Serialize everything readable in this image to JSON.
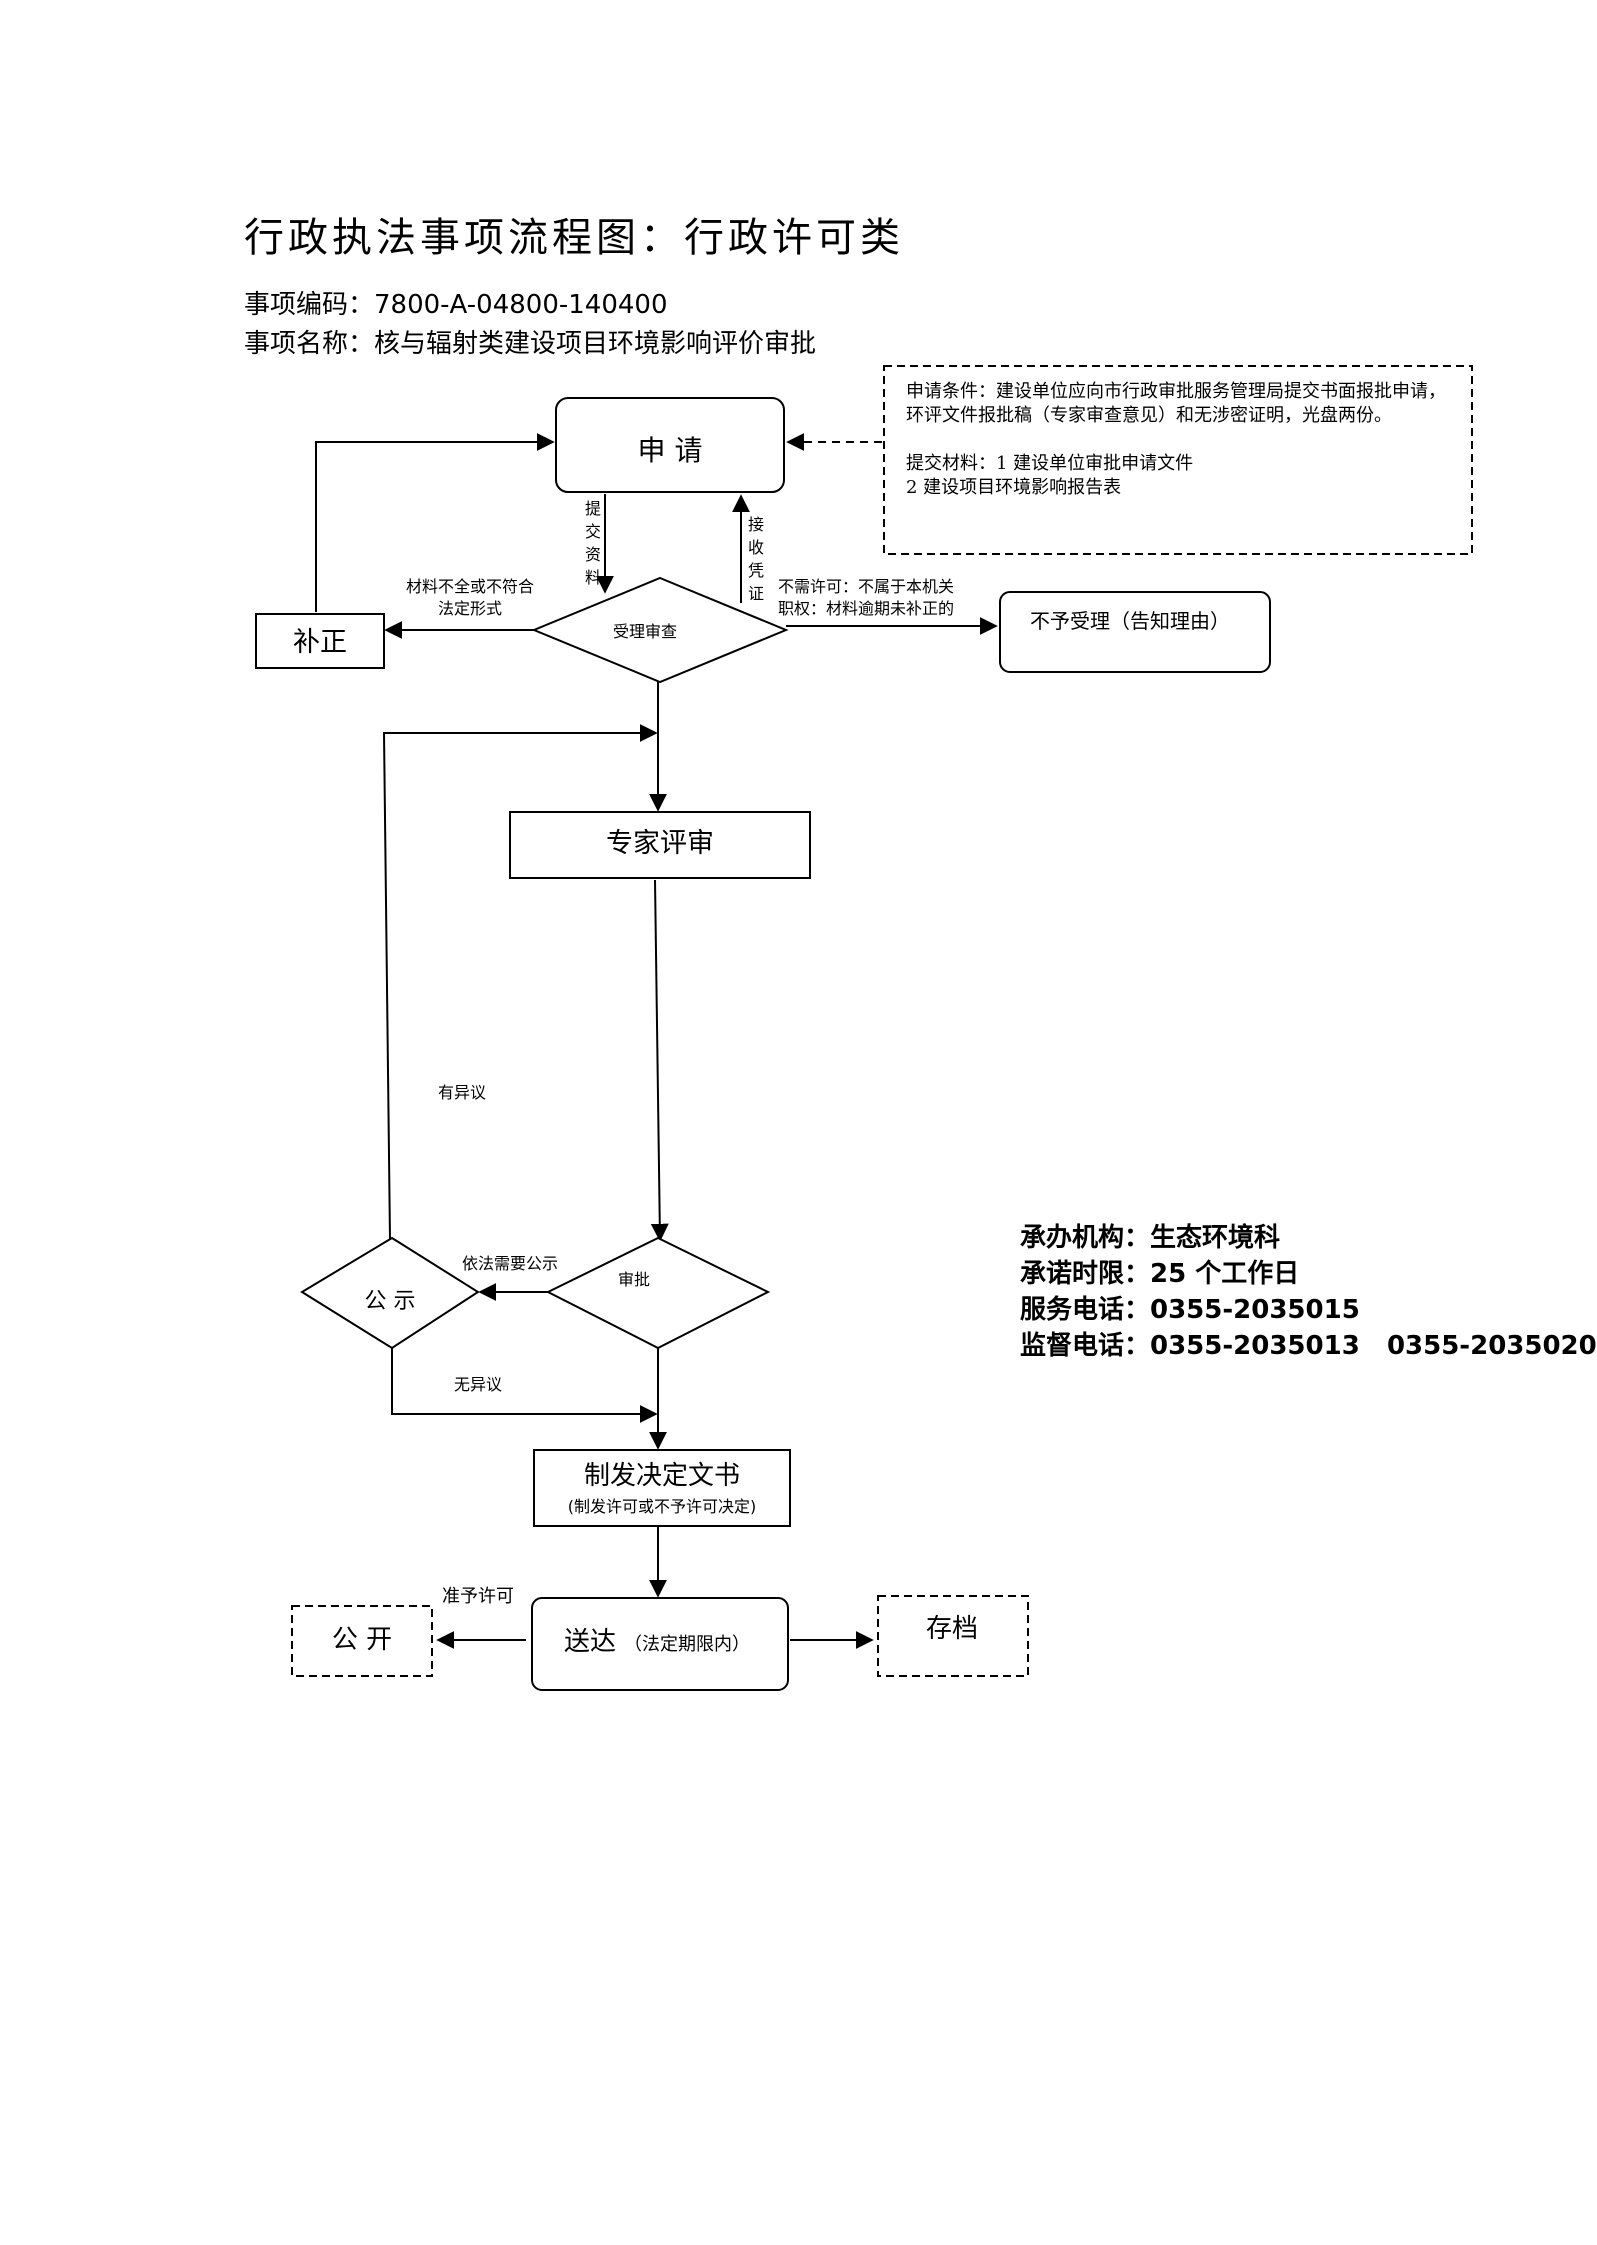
{
  "header": {
    "title": "行政执法事项流程图：行政许可类",
    "code_line": "事项编码：7800-A-04800-140400",
    "name_line": "事项名称：核与辐射类建设项目环境影响评价审批"
  },
  "note": {
    "conditions": "申请条件：建设单位应向市行政审批服务管理局提交书面报批申请，环评文件报批稿（专家审查意见）和无涉密证明，光盘两份。",
    "materials_title": "提交材料：1 建设单位审批申请文件",
    "materials_item2": "2 建设项目环境影响报告表"
  },
  "nodes": {
    "apply": "申 请",
    "review": "受理审查",
    "correction": "补正",
    "reject": "不予受理（告知理由）",
    "expert": "专家评审",
    "approve": "审批",
    "publicity": "公 示",
    "decision": "制发决定文书",
    "decision_sub": "(制发许可或不予许可决定)",
    "deliver": "送达",
    "deliver_sub": "（法定期限内）",
    "disclose": "公 开",
    "archive": "存档"
  },
  "edges": {
    "submit_line1": "提",
    "submit_line2": "交",
    "submit_line3": "资",
    "submit_line4": "料",
    "receipt_line1": "接",
    "receipt_line2": "收",
    "receipt_line3": "凭",
    "receipt_line4": "证",
    "incomplete_line1": "材料不全或不符合",
    "incomplete_line2": "法定形式",
    "notneeded_line1": "不需许可：不属于本机关",
    "notneeded_line2": "职权：材料逾期未补正的",
    "objection": "有异议",
    "needs_publicity": "依法需要公示",
    "no_objection": "无异议",
    "grant": "准予许可"
  },
  "info": {
    "agency": "承办机构：生态环境科",
    "deadline": "承诺时限：25 个工作日",
    "service_phone": "服务电话：0355-2035015",
    "supervise_phone": "监督电话：0355-2035013   0355-2035020"
  }
}
